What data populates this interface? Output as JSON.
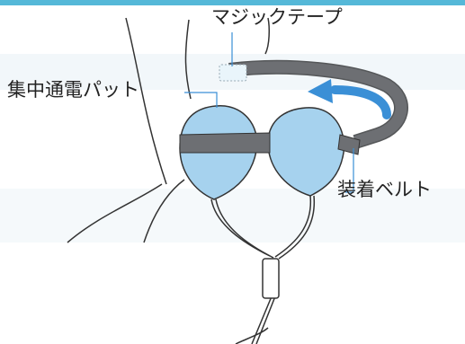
{
  "labels": {
    "velcro": "マジックテープ",
    "pad": "集中通電パット",
    "belt": "装着ベルト"
  },
  "colors": {
    "frame_top": "#55b8d8",
    "pad_fill": "#a6d2ee",
    "belt_fill": "#6d6f73",
    "arrow": "#3a8fd6",
    "velcro_fill": "#e9f5fb",
    "line": "#333333"
  },
  "icons": {
    "rotation_arrow": "curved-arrow-icon"
  }
}
